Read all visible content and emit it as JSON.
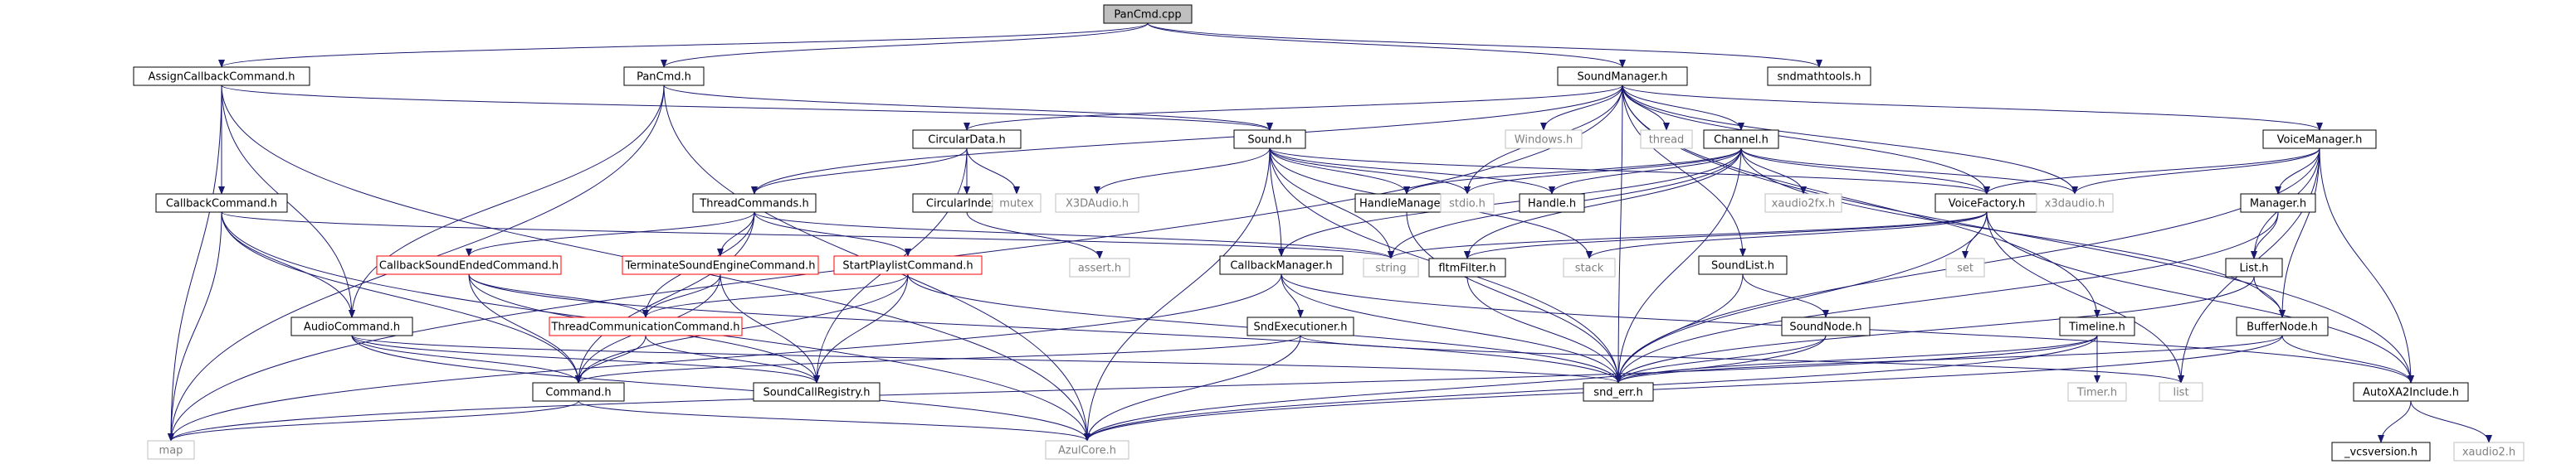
{
  "colors": {
    "background": "#ffffff",
    "edge": "#191970",
    "node_border": "#000000",
    "system_border": "#bfbfbf",
    "highlight_border": "#ff0000",
    "root_fill": "#bfbfbf",
    "text": "#000000",
    "system_text": "#7f7f7f"
  },
  "graph": {
    "title": "PanCmd.cpp",
    "nodes": [
      {
        "id": "pancmd_cpp",
        "label": "PanCmd.cpp",
        "style": "root"
      },
      {
        "id": "assign_cb",
        "label": "AssignCallbackCommand.h",
        "style": "normal"
      },
      {
        "id": "pancmd_h",
        "label": "PanCmd.h",
        "style": "normal"
      },
      {
        "id": "soundmgr",
        "label": "SoundManager.h",
        "style": "normal"
      },
      {
        "id": "sndmath",
        "label": "sndmathtools.h",
        "style": "normal"
      },
      {
        "id": "cbcmd",
        "label": "CallbackCommand.h",
        "style": "normal"
      },
      {
        "id": "circdata",
        "label": "CircularData.h",
        "style": "normal"
      },
      {
        "id": "sound",
        "label": "Sound.h",
        "style": "normal"
      },
      {
        "id": "windows",
        "label": "Windows.h",
        "style": "system"
      },
      {
        "id": "thread",
        "label": "thread",
        "style": "system"
      },
      {
        "id": "channel",
        "label": "Channel.h",
        "style": "normal"
      },
      {
        "id": "voicemgr",
        "label": "VoiceManager.h",
        "style": "normal"
      },
      {
        "id": "circindex",
        "label": "CircularIndex.h",
        "style": "normal"
      },
      {
        "id": "mutex",
        "label": "mutex",
        "style": "system"
      },
      {
        "id": "x3daudio_cap",
        "label": "X3DAudio.h",
        "style": "system"
      },
      {
        "id": "threadcmds",
        "label": "ThreadCommands.h",
        "style": "normal"
      },
      {
        "id": "handlemgr",
        "label": "HandleManager.h",
        "style": "normal"
      },
      {
        "id": "stdio",
        "label": "stdio.h",
        "style": "system"
      },
      {
        "id": "handle",
        "label": "Handle.h",
        "style": "normal"
      },
      {
        "id": "xaudio2fx",
        "label": "xaudio2fx.h",
        "style": "system"
      },
      {
        "id": "voicefactory",
        "label": "VoiceFactory.h",
        "style": "normal"
      },
      {
        "id": "x3daudio_low",
        "label": "x3daudio.h",
        "style": "system"
      },
      {
        "id": "manager",
        "label": "Manager.h",
        "style": "normal"
      },
      {
        "id": "assert",
        "label": "assert.h",
        "style": "system"
      },
      {
        "id": "cbsoundended",
        "label": "CallbackSoundEndedCommand.h",
        "style": "highlight"
      },
      {
        "id": "termsound",
        "label": "TerminateSoundEngineCommand.h",
        "style": "highlight"
      },
      {
        "id": "startplaylist",
        "label": "StartPlaylistCommand.h",
        "style": "highlight"
      },
      {
        "id": "cbmgr",
        "label": "CallbackManager.h",
        "style": "normal"
      },
      {
        "id": "string",
        "label": "string",
        "style": "system"
      },
      {
        "id": "fltfilter",
        "label": "fltmFilter.h",
        "style": "normal"
      },
      {
        "id": "stack",
        "label": "stack",
        "style": "system"
      },
      {
        "id": "set",
        "label": "set",
        "style": "system"
      },
      {
        "id": "list_h",
        "label": "List.h",
        "style": "normal"
      },
      {
        "id": "soundlist",
        "label": "SoundList.h",
        "style": "normal"
      },
      {
        "id": "audiocmd",
        "label": "AudioCommand.h",
        "style": "normal"
      },
      {
        "id": "threadcomm",
        "label": "ThreadCommunicationCommand.h",
        "style": "highlight"
      },
      {
        "id": "sndexec",
        "label": "SndExecutioner.h",
        "style": "normal"
      },
      {
        "id": "soundnode",
        "label": "SoundNode.h",
        "style": "normal"
      },
      {
        "id": "timeline",
        "label": "Timeline.h",
        "style": "normal"
      },
      {
        "id": "buffernode",
        "label": "BufferNode.h",
        "style": "normal"
      },
      {
        "id": "command",
        "label": "Command.h",
        "style": "normal"
      },
      {
        "id": "soundcallreg",
        "label": "SoundCallRegistry.h",
        "style": "normal"
      },
      {
        "id": "snderr",
        "label": "snd_err.h",
        "style": "normal"
      },
      {
        "id": "list_sys",
        "label": "list",
        "style": "system"
      },
      {
        "id": "timer",
        "label": "Timer.h",
        "style": "system"
      },
      {
        "id": "autoxa2",
        "label": "AutoXA2Include.h",
        "style": "normal"
      },
      {
        "id": "map",
        "label": "map",
        "style": "system"
      },
      {
        "id": "azulcore",
        "label": "AzulCore.h",
        "style": "system"
      },
      {
        "id": "vcsversion",
        "label": "_vcsversion.h",
        "style": "normal"
      },
      {
        "id": "xaudio2",
        "label": "xaudio2.h",
        "style": "system"
      }
    ],
    "edges": [
      [
        "pancmd_cpp",
        "assign_cb"
      ],
      [
        "pancmd_cpp",
        "pancmd_h"
      ],
      [
        "pancmd_cpp",
        "soundmgr"
      ],
      [
        "pancmd_cpp",
        "sndmath"
      ],
      [
        "assign_cb",
        "cbcmd"
      ],
      [
        "assign_cb",
        "audiocmd"
      ],
      [
        "assign_cb",
        "sound"
      ],
      [
        "assign_cb",
        "map"
      ],
      [
        "assign_cb",
        "azulcore"
      ],
      [
        "pancmd_h",
        "audiocmd"
      ],
      [
        "pancmd_h",
        "sound"
      ],
      [
        "pancmd_h",
        "map"
      ],
      [
        "pancmd_h",
        "azulcore"
      ],
      [
        "soundmgr",
        "windows"
      ],
      [
        "soundmgr",
        "thread"
      ],
      [
        "soundmgr",
        "channel"
      ],
      [
        "soundmgr",
        "voicemgr"
      ],
      [
        "soundmgr",
        "circdata"
      ],
      [
        "soundmgr",
        "threadcmds"
      ],
      [
        "soundmgr",
        "stdio"
      ],
      [
        "soundmgr",
        "voicefactory"
      ],
      [
        "soundmgr",
        "x3daudio_low"
      ],
      [
        "soundmgr",
        "snderr"
      ],
      [
        "soundmgr",
        "soundlist"
      ],
      [
        "soundmgr",
        "timeline"
      ],
      [
        "soundmgr",
        "autoxa2"
      ],
      [
        "soundmgr",
        "map"
      ],
      [
        "cbcmd",
        "audiocmd"
      ],
      [
        "cbcmd",
        "command"
      ],
      [
        "cbcmd",
        "string"
      ],
      [
        "cbcmd",
        "map"
      ],
      [
        "cbcmd",
        "azulcore"
      ],
      [
        "circdata",
        "circindex"
      ],
      [
        "circdata",
        "mutex"
      ],
      [
        "circdata",
        "threadcmds"
      ],
      [
        "circdata",
        "soundcallreg"
      ],
      [
        "sound",
        "x3daudio_cap"
      ],
      [
        "sound",
        "handlemgr"
      ],
      [
        "sound",
        "stdio"
      ],
      [
        "sound",
        "handle"
      ],
      [
        "sound",
        "voicefactory"
      ],
      [
        "sound",
        "string"
      ],
      [
        "sound",
        "stack"
      ],
      [
        "sound",
        "snderr"
      ],
      [
        "sound",
        "azulcore"
      ],
      [
        "sound",
        "cbmgr"
      ],
      [
        "channel",
        "stdio"
      ],
      [
        "channel",
        "handle"
      ],
      [
        "channel",
        "xaudio2fx"
      ],
      [
        "channel",
        "voicefactory"
      ],
      [
        "channel",
        "x3daudio_low"
      ],
      [
        "channel",
        "handlemgr"
      ],
      [
        "channel",
        "cbmgr"
      ],
      [
        "channel",
        "fltfilter"
      ],
      [
        "channel",
        "string"
      ],
      [
        "channel",
        "snderr"
      ],
      [
        "channel",
        "buffernode"
      ],
      [
        "voicemgr",
        "voicefactory"
      ],
      [
        "voicemgr",
        "manager"
      ],
      [
        "voicemgr",
        "list_h"
      ],
      [
        "voicemgr",
        "buffernode"
      ],
      [
        "voicemgr",
        "x3daudio_low"
      ],
      [
        "voicemgr",
        "snderr"
      ],
      [
        "voicemgr",
        "list_sys"
      ],
      [
        "voicemgr",
        "autoxa2"
      ],
      [
        "circindex",
        "assert"
      ],
      [
        "threadcmds",
        "cbsoundended"
      ],
      [
        "threadcmds",
        "termsound"
      ],
      [
        "threadcmds",
        "startplaylist"
      ],
      [
        "threadcmds",
        "threadcomm"
      ],
      [
        "threadcmds",
        "string"
      ],
      [
        "threadcmds",
        "command"
      ],
      [
        "handlemgr",
        "snderr"
      ],
      [
        "voicefactory",
        "string"
      ],
      [
        "voicefactory",
        "stack"
      ],
      [
        "voicefactory",
        "set"
      ],
      [
        "voicefactory",
        "snderr"
      ],
      [
        "voicefactory",
        "list_sys"
      ],
      [
        "voicefactory",
        "autoxa2"
      ],
      [
        "voicefactory",
        "fltfilter"
      ],
      [
        "manager",
        "list_h"
      ],
      [
        "manager",
        "snderr"
      ],
      [
        "cbsoundended",
        "threadcomm"
      ],
      [
        "cbsoundended",
        "command"
      ],
      [
        "cbsoundended",
        "soundcallreg"
      ],
      [
        "cbsoundended",
        "snderr"
      ],
      [
        "termsound",
        "threadcomm"
      ],
      [
        "termsound",
        "command"
      ],
      [
        "termsound",
        "soundcallreg"
      ],
      [
        "startplaylist",
        "threadcomm"
      ],
      [
        "startplaylist",
        "command"
      ],
      [
        "startplaylist",
        "soundcallreg"
      ],
      [
        "startplaylist",
        "snderr"
      ],
      [
        "cbmgr",
        "sndexec"
      ],
      [
        "cbmgr",
        "snderr"
      ],
      [
        "cbmgr",
        "map"
      ],
      [
        "cbmgr",
        "autoxa2"
      ],
      [
        "fltfilter",
        "snderr"
      ],
      [
        "list_h",
        "buffernode"
      ],
      [
        "list_h",
        "snderr"
      ],
      [
        "soundlist",
        "soundnode"
      ],
      [
        "soundlist",
        "snderr"
      ],
      [
        "audiocmd",
        "command"
      ],
      [
        "audiocmd",
        "soundcallreg"
      ],
      [
        "audiocmd",
        "snderr"
      ],
      [
        "audiocmd",
        "azulcore"
      ],
      [
        "threadcomm",
        "command"
      ],
      [
        "threadcomm",
        "soundcallreg"
      ],
      [
        "sndexec",
        "command"
      ],
      [
        "sndexec",
        "azulcore"
      ],
      [
        "sndexec",
        "list_sys"
      ],
      [
        "soundnode",
        "snderr"
      ],
      [
        "soundnode",
        "azulcore"
      ],
      [
        "timeline",
        "timer"
      ],
      [
        "timeline",
        "snderr"
      ],
      [
        "timeline",
        "azulcore"
      ],
      [
        "timeline",
        "map"
      ],
      [
        "buffernode",
        "snderr"
      ],
      [
        "buffernode",
        "autoxa2"
      ],
      [
        "buffernode",
        "azulcore"
      ],
      [
        "command",
        "map"
      ],
      [
        "command",
        "azulcore"
      ],
      [
        "autoxa2",
        "vcsversion"
      ],
      [
        "autoxa2",
        "xaudio2"
      ]
    ]
  }
}
